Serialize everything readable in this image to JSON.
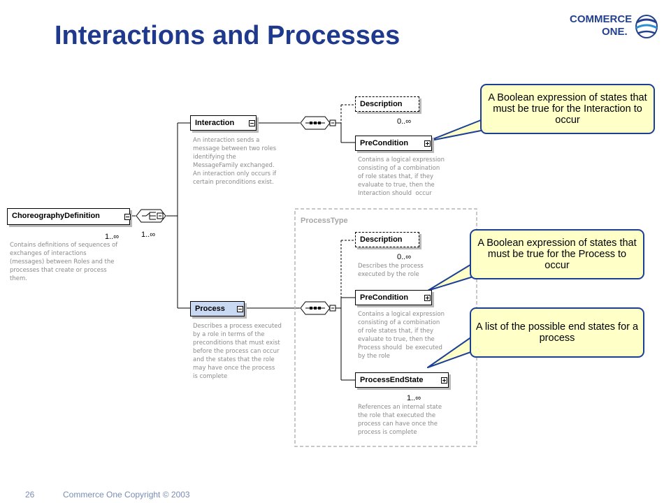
{
  "slide": {
    "title": "Interactions and Processes",
    "logo_line1": "COMMERCE",
    "logo_line2": "ONE.",
    "page_number": "26",
    "copyright": "Commerce One Copyright © 2003"
  },
  "diagram": {
    "root": {
      "label": "ChoreographyDefinition",
      "cardinality": "1..∞",
      "doc": "Contains definitions of sequences of\nexchanges of interactions\n(messages) between Roles and the\nprocesses that create or process\nthem."
    },
    "choice": {
      "cardinality": "1..∞"
    },
    "interaction": {
      "label": "Interaction",
      "doc": "An interaction sends a\nmessage between two roles\nidentifying the\nMessageFamily exchanged.\nAn interaction only occurs if\ncertain preconditions exist.",
      "description": {
        "label": "Description",
        "cardinality": "0..∞"
      },
      "precondition": {
        "label": "PreCondition",
        "doc": "Contains a logical expression\nconsisting of a combination\nof role states that, if they\nevaluate to true, then the\nInteraction should  occur"
      }
    },
    "process": {
      "label": "Process",
      "type_label": "ProcessType",
      "doc": "Describes a process executed\nby a role in terms of the\npreconditions that must exist\nbefore the process can occur\nand the states that the role\nmay have once the process\nis complete",
      "description": {
        "label": "Description",
        "cardinality": "0..∞",
        "doc": "Describes the process\nexecuted by the role"
      },
      "precondition": {
        "label": "PreCondition",
        "doc": "Contains a logical expression\nconsisting of a combination\nof role states that, if they\nevaluate to true, then the\nProcess should  be executed\nby the role"
      },
      "end_state": {
        "label": "ProcessEndState",
        "cardinality": "1..∞",
        "doc": "References an internal state\nthe role that executed the\nprocess can have once the\nprocess is complete"
      }
    }
  },
  "callouts": [
    {
      "text": "A Boolean expression of states that must be true for the Interaction to occur"
    },
    {
      "text": "A Boolean expression of states that must be true for the Process to occur"
    },
    {
      "text": "A list of the possible end states for a process"
    }
  ],
  "colors": {
    "title": "#1f3a8c",
    "callout_fill": "#ffffc8",
    "callout_border": "#1c3f96",
    "process_fill": "#c9d9f3",
    "doc_text": "#8a8a8a"
  }
}
